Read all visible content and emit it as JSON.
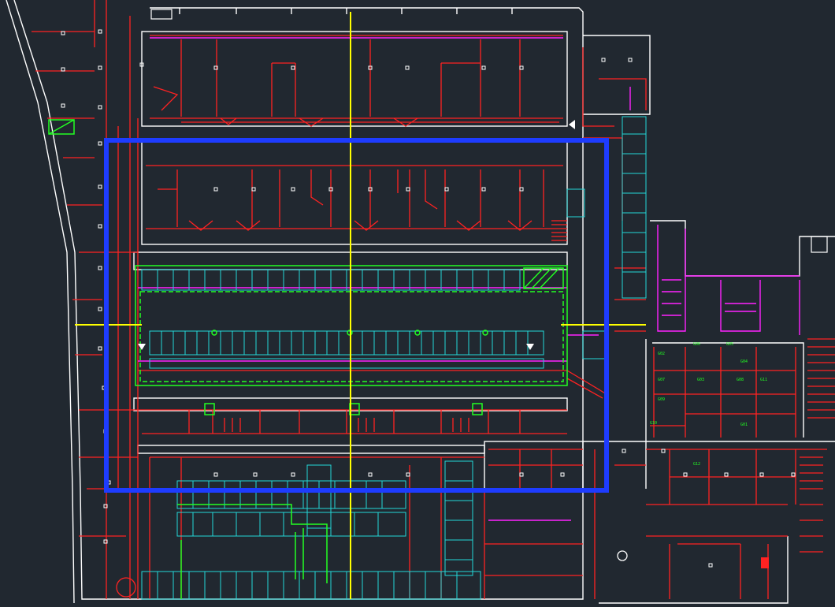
{
  "app": {
    "view": "cad-model-space",
    "background_color": "#212830"
  },
  "layers": {
    "walls": "#ff2222",
    "outline": "#ffffff",
    "cabinets": "#22d8d8",
    "zones": "#22ff22",
    "ducts": "#ff22ff",
    "axis": "#ffff00",
    "selection": "#1e3cff",
    "labels": "#22ff22"
  },
  "selection": {
    "name": "selection-window",
    "color": "#1e3cff"
  },
  "room_tags": [
    {
      "text": "G06"
    },
    {
      "text": "G05"
    },
    {
      "text": "G02"
    },
    {
      "text": "G04"
    },
    {
      "text": "G03"
    },
    {
      "text": "G07"
    },
    {
      "text": "G08"
    },
    {
      "text": "G09"
    },
    {
      "text": "G10"
    },
    {
      "text": "G01"
    },
    {
      "text": "G11"
    },
    {
      "text": "G12"
    }
  ]
}
